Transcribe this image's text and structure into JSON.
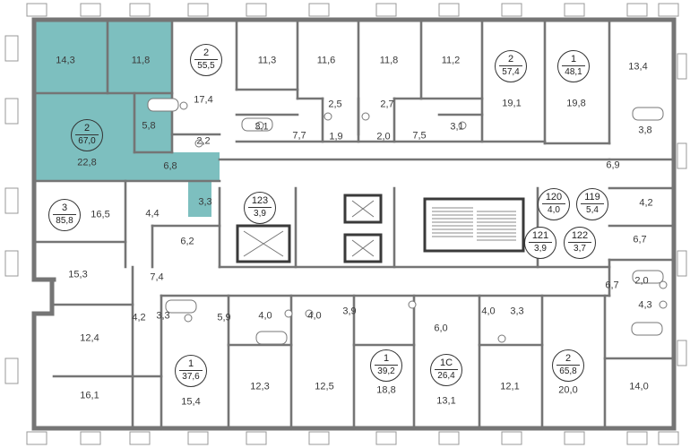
{
  "colors": {
    "wall": "#757575",
    "wall_dark": "#3a3a3a",
    "selected": "#7dbfbf",
    "stair": "#8a8a8a"
  },
  "apartments": [
    {
      "id": "apt-selected",
      "rooms": "2",
      "area": "67,0",
      "selected": true
    },
    {
      "id": "apt-top-2",
      "rooms": "2",
      "area": "55,5"
    },
    {
      "id": "apt-top-right-2",
      "rooms": "2",
      "area": "57,4"
    },
    {
      "id": "apt-top-right-1",
      "rooms": "1",
      "area": "48,1"
    },
    {
      "id": "apt-left-3",
      "rooms": "3",
      "area": "85,8"
    },
    {
      "id": "apt-bottom-1a",
      "rooms": "1",
      "area": "37,6"
    },
    {
      "id": "apt-bottom-1b",
      "rooms": "1",
      "area": "39,2"
    },
    {
      "id": "apt-bottom-1c",
      "rooms": "1С",
      "area": "26,4"
    },
    {
      "id": "apt-bottom-2",
      "rooms": "2",
      "area": "65,8"
    },
    {
      "id": "storage-123",
      "rooms": "123",
      "area": "3,9"
    },
    {
      "id": "storage-120",
      "rooms": "120",
      "area": "4,0"
    },
    {
      "id": "storage-119",
      "rooms": "119",
      "area": "5,4"
    },
    {
      "id": "storage-121",
      "rooms": "121",
      "area": "3,9"
    },
    {
      "id": "storage-122",
      "rooms": "122",
      "area": "3,7"
    }
  ],
  "rooms": [
    "14,3",
    "11,8",
    "5,8",
    "2,2",
    "22,8",
    "6,8",
    "3,3",
    "17,4",
    "11,3",
    "11,6",
    "11,8",
    "11,2",
    "19,1",
    "19,8",
    "13,4",
    "3,1",
    "7,7",
    "2,5",
    "1,9",
    "2,7",
    "2,0",
    "7,5",
    "3,1",
    "3,8",
    "6,9",
    "16,5",
    "4,4",
    "6,2",
    "4,2",
    "6,7",
    "15,3",
    "7,4",
    "6,7",
    "2,0",
    "4,3",
    "12,4",
    "4,2",
    "3,3",
    "5,9",
    "4,0",
    "4,0",
    "3,9",
    "6,0",
    "4,0",
    "3,3",
    "16,1",
    "15,4",
    "12,3",
    "12,5",
    "18,8",
    "13,1",
    "12,1",
    "20,0",
    "14,0"
  ]
}
